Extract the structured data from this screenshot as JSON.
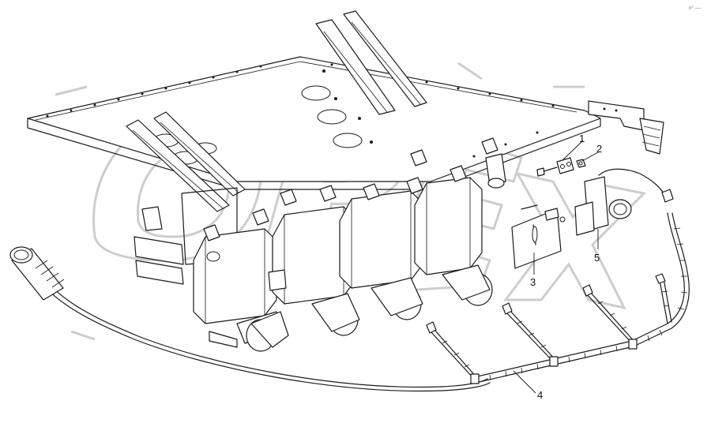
{
  "diagram": {
    "callouts": [
      {
        "id": "1",
        "label": "1"
      },
      {
        "id": "2",
        "label": "2"
      },
      {
        "id": "3",
        "label": "3"
      },
      {
        "id": "4",
        "label": "4"
      },
      {
        "id": "5",
        "label": "5"
      }
    ],
    "corner_mark": "n° ----",
    "watermark_text": "OPEX",
    "colors": {
      "line": "#1a1a1a",
      "background": "#ffffff",
      "watermark": "#c8c8c8"
    }
  }
}
